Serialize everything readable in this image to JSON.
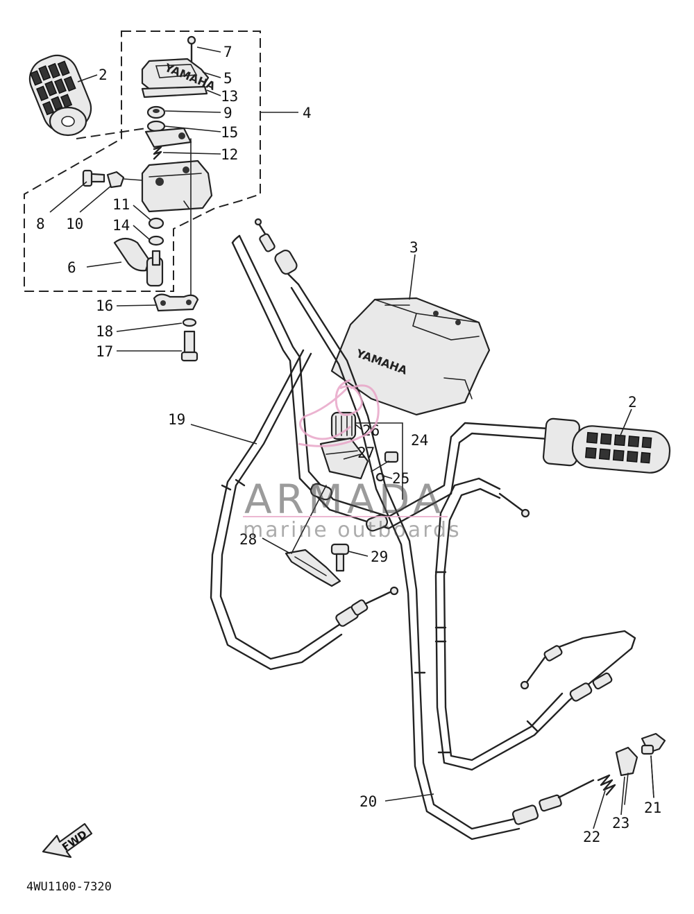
{
  "part_numbers": [
    {
      "id": "p2a",
      "text": "2"
    },
    {
      "id": "p7",
      "text": "7"
    },
    {
      "id": "p5",
      "text": "5"
    },
    {
      "id": "p13",
      "text": "13"
    },
    {
      "id": "p9",
      "text": "9"
    },
    {
      "id": "p4",
      "text": "4"
    },
    {
      "id": "p15",
      "text": "15"
    },
    {
      "id": "p12",
      "text": "12"
    },
    {
      "id": "p8",
      "text": "8"
    },
    {
      "id": "p10",
      "text": "10"
    },
    {
      "id": "p11",
      "text": "11"
    },
    {
      "id": "p14",
      "text": "14"
    },
    {
      "id": "p6",
      "text": "6"
    },
    {
      "id": "p16",
      "text": "16"
    },
    {
      "id": "p18",
      "text": "18"
    },
    {
      "id": "p17",
      "text": "17"
    },
    {
      "id": "p3",
      "text": "3"
    },
    {
      "id": "p19",
      "text": "19"
    },
    {
      "id": "p2b",
      "text": "2"
    },
    {
      "id": "p26",
      "text": "26"
    },
    {
      "id": "p24",
      "text": "24"
    },
    {
      "id": "p27",
      "text": "27"
    },
    {
      "id": "p25",
      "text": "25"
    },
    {
      "id": "p28",
      "text": "28"
    },
    {
      "id": "p29",
      "text": "29"
    },
    {
      "id": "p20",
      "text": "20"
    },
    {
      "id": "p22",
      "text": "22"
    },
    {
      "id": "p23",
      "text": "23"
    },
    {
      "id": "p21",
      "text": "21"
    }
  ],
  "watermark": {
    "title": "ARMADA",
    "subtitle": "marine outboards"
  },
  "brand_cover": "YAMAHA",
  "brand_switch": "YAMAHA",
  "fwd_arrow": "FWD",
  "diagram_code": "4WU1100-7320",
  "colors": {
    "line": "#222222",
    "watermark_pink": "#e8a6c8",
    "watermark_gray": "#4a4a4a"
  }
}
